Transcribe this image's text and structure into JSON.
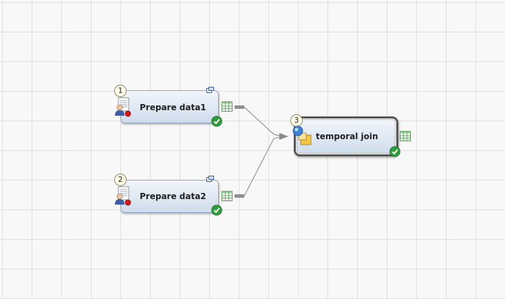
{
  "flow": {
    "nodes": [
      {
        "number": "1",
        "label": "Prepare data1",
        "status": "check-icon",
        "type": "query-builder-icon"
      },
      {
        "number": "2",
        "label": "Prepare data2",
        "status": "check-icon",
        "type": "query-builder-icon"
      },
      {
        "number": "3",
        "label": "temporal join",
        "status": "check-icon",
        "type": "join-icon",
        "selected": true
      }
    ],
    "edges": [
      {
        "from": "1",
        "to": "3"
      },
      {
        "from": "2",
        "to": "3"
      }
    ]
  },
  "colors": {
    "grid": "#dedede",
    "node_fill_top": "#f2f6fb",
    "node_fill_bottom": "#cfdcec",
    "node_border": "#8ea4c0",
    "selected_border": "#555555",
    "connector": "#9a9a9a",
    "status_ok": "#2e9b3a",
    "badge_fill": "#fffde8"
  }
}
